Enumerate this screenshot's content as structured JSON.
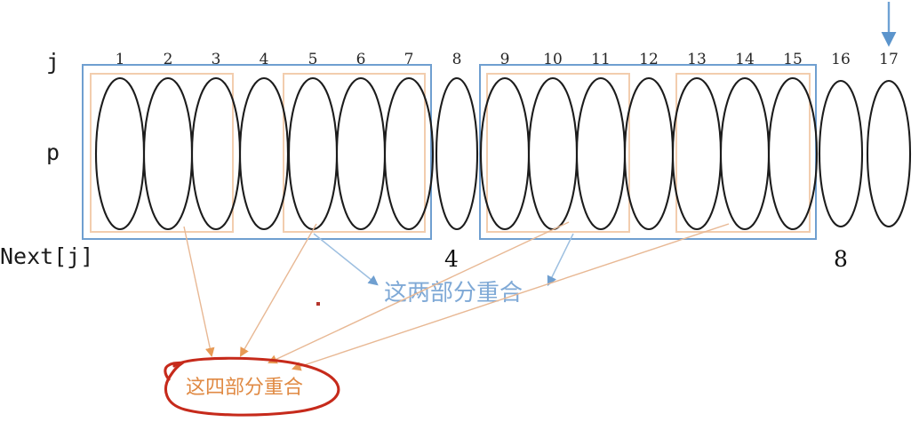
{
  "figure": {
    "title_row_labels": {
      "index_row": "j",
      "pattern_row": "p",
      "next_row": "Next[j]"
    },
    "indices": [
      "1",
      "2",
      "3",
      "4",
      "5",
      "6",
      "7",
      "8",
      "9",
      "10",
      "11",
      "12",
      "13",
      "14",
      "15",
      "16",
      "17"
    ],
    "next_values": [
      {
        "label": "4",
        "under_index": 8
      },
      {
        "label": "8",
        "under_index": 16
      }
    ],
    "annotations": {
      "blue_note": "这两部分重合",
      "orange_note": "这四部分重合"
    },
    "colors": {
      "blue_box": "#6f9fd0",
      "orange_box": "#f2cdae",
      "blue_text": "#7fa9d6",
      "orange_text": "#e08a44",
      "red_circle": "#c62a1b",
      "ellipse_stroke": "#1c1c1c"
    },
    "blue_groups": [
      {
        "from_index": 1,
        "to_index": 7
      },
      {
        "from_index": 9,
        "to_index": 15
      }
    ],
    "orange_groups": [
      {
        "from_index": 1,
        "to_index": 3
      },
      {
        "from_index": 5,
        "to_index": 7
      },
      {
        "from_index": 9,
        "to_index": 11
      },
      {
        "from_index": 13,
        "to_index": 15
      }
    ],
    "pointer_arrow": {
      "target_index": 17,
      "color": "#6ea2d4"
    }
  }
}
